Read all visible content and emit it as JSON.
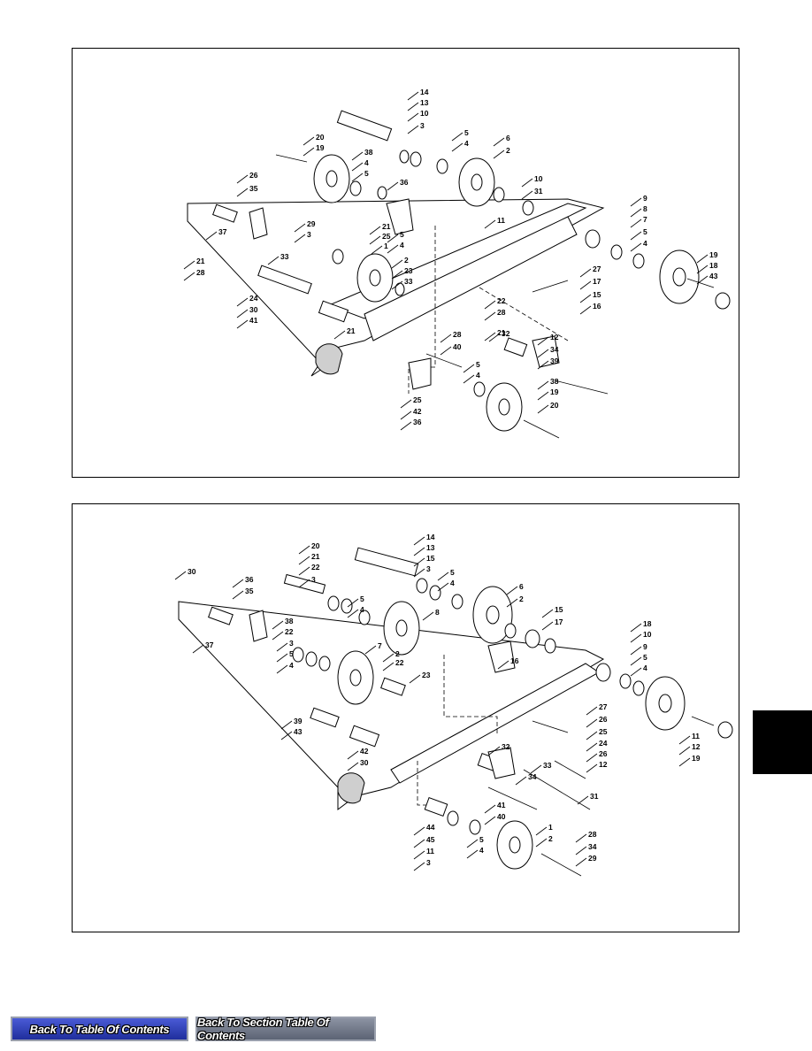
{
  "diagram_top": {
    "callouts": [
      "14",
      "13",
      "10",
      "3",
      "5",
      "4",
      "6",
      "2",
      "20",
      "19",
      "38",
      "4",
      "5",
      "36",
      "10",
      "31",
      "11",
      "26",
      "35",
      "29",
      "3",
      "33",
      "5",
      "4",
      "1",
      "21",
      "25",
      "37",
      "21",
      "28",
      "2",
      "23",
      "33",
      "9",
      "8",
      "7",
      "5",
      "4",
      "27",
      "17",
      "15",
      "16",
      "19",
      "18",
      "43",
      "24",
      "30",
      "41",
      "28",
      "21",
      "22",
      "21",
      "28",
      "40",
      "32",
      "12",
      "34",
      "39",
      "5",
      "4",
      "38",
      "19",
      "20",
      "25",
      "42",
      "36"
    ]
  },
  "diagram_bottom": {
    "callouts": [
      "14",
      "13",
      "15",
      "3",
      "5",
      "4",
      "6",
      "2",
      "20",
      "21",
      "22",
      "3",
      "30",
      "36",
      "35",
      "5",
      "4",
      "8",
      "15",
      "17",
      "38",
      "22",
      "3",
      "5",
      "4",
      "37",
      "7",
      "2",
      "22",
      "23",
      "16",
      "18",
      "10",
      "9",
      "5",
      "4",
      "27",
      "26",
      "25",
      "24",
      "39",
      "43",
      "11",
      "12",
      "19",
      "42",
      "30",
      "32",
      "33",
      "26",
      "12",
      "34",
      "31",
      "41",
      "40",
      "44",
      "45",
      "11",
      "3",
      "5",
      "4",
      "1",
      "2",
      "28",
      "34",
      "29"
    ]
  },
  "nav": {
    "back_to_toc": "Back To Table Of Contents",
    "back_to_section": "Back To Section Table Of Contents"
  },
  "colors": {
    "toc_button": "#2b3bb8",
    "section_button": "#6f7686",
    "section_tab": "#000000"
  }
}
